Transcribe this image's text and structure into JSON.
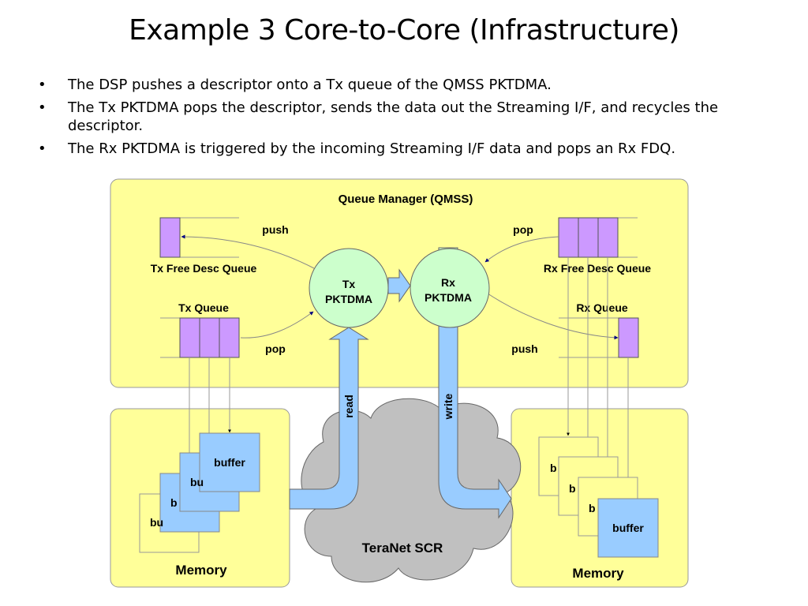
{
  "title": "Example 3 Core-to-Core (Infrastructure)",
  "bullets": [
    "The DSP pushes a descriptor onto a Tx queue of the QMSS PKTDMA.",
    "The Tx PKTDMA pops the descriptor, sends the data out the Streaming I/F, and recycles the descriptor.",
    "The Rx PKTDMA is triggered by the incoming Streaming I/F data and pops an Rx FDQ."
  ],
  "diagram": {
    "qmss_label": "Queue Manager (QMSS)",
    "tx_free_desc_queue": "Tx Free Desc Queue",
    "rx_free_desc_queue": "Rx Free Desc Queue",
    "tx_queue": "Tx Queue",
    "rx_queue": "Rx Queue",
    "push_left": "push",
    "pop_right": "pop",
    "pop_left": "pop",
    "push_right": "push",
    "tx_pktdma": [
      "Tx",
      "PKTDMA"
    ],
    "rx_pktdma": [
      "Rx",
      "PKTDMA"
    ],
    "read": "read",
    "write": "write",
    "teranet": "TeraNet SCR",
    "memory_left": "Memory",
    "memory_right": "Memory",
    "buffer": "buffer",
    "buffer_partial_3": "bu",
    "buffer_partial_2": "b",
    "colors": {
      "panel_fill": "#ffff99",
      "queue_slot": "#cc99ff",
      "pktdma_fill": "#ccffcc",
      "pipe_fill": "#99ccff",
      "cloud_fill": "#c0c0c0",
      "arrowhead": "#000080"
    }
  }
}
